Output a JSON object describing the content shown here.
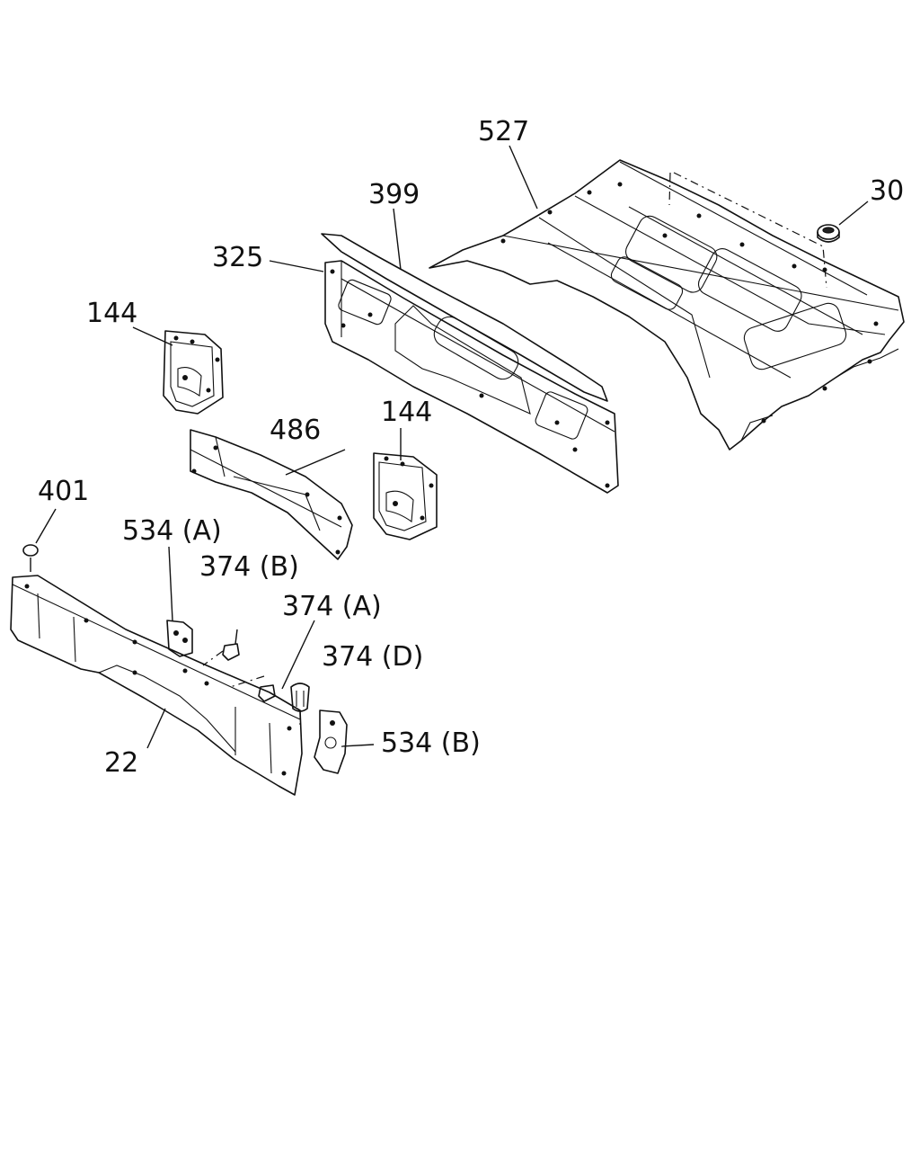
{
  "callouts": [
    {
      "id": "c527",
      "text": "527"
    },
    {
      "id": "c30",
      "text": "30"
    },
    {
      "id": "c399",
      "text": "399"
    },
    {
      "id": "c325",
      "text": "325"
    },
    {
      "id": "c144a",
      "text": "144"
    },
    {
      "id": "c486",
      "text": "486"
    },
    {
      "id": "c144b",
      "text": "144"
    },
    {
      "id": "c401",
      "text": "401"
    },
    {
      "id": "c534a",
      "text": "534 (A)"
    },
    {
      "id": "c374b",
      "text": "374 (B)"
    },
    {
      "id": "c374a",
      "text": "374 (A)"
    },
    {
      "id": "c374d",
      "text": "374 (D)"
    },
    {
      "id": "c534b",
      "text": "534 (B)"
    },
    {
      "id": "c22",
      "text": "22"
    }
  ]
}
